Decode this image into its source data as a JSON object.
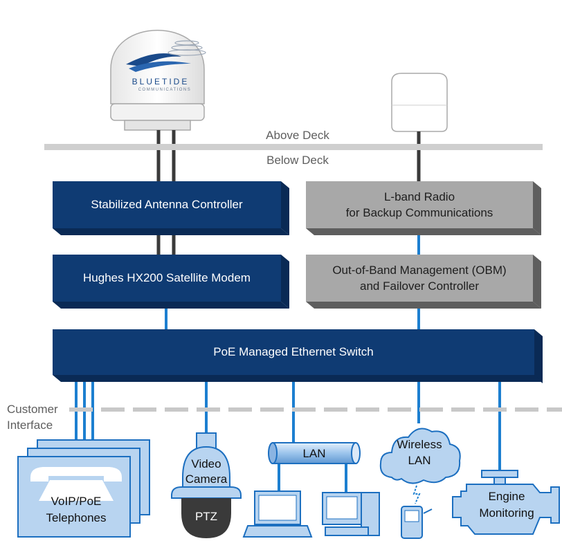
{
  "brand": {
    "name": "BLUETIDE",
    "sub": "COMMUNICATIONS"
  },
  "deck": {
    "above": "Above Deck",
    "below": "Below Deck"
  },
  "customer_interface": {
    "line1": "Customer",
    "line2": "Interface"
  },
  "boxes": {
    "antenna_controller": {
      "line1": "Stabilized Antenna Controller"
    },
    "modem": {
      "line1": "Hughes HX200 Satellite Modem"
    },
    "lband_radio": {
      "line1": "L-band Radio",
      "line2": "for Backup Communications"
    },
    "obm": {
      "line1": "Out-of-Band Management (OBM)",
      "line2": "and Failover Controller"
    },
    "switch": {
      "line1": "PoE Managed Ethernet Switch"
    }
  },
  "devices": {
    "telephones": {
      "line1": "VoIP/PoE",
      "line2": "Telephones"
    },
    "camera": {
      "line1": "Video",
      "line2": "Camera",
      "line3": "PTZ"
    },
    "lan": {
      "line1": "LAN"
    },
    "wireless": {
      "line1": "Wireless",
      "line2": "LAN"
    },
    "engine": {
      "line1": "Engine",
      "line2": "Monitoring"
    }
  },
  "colors": {
    "navy": "#0f3b73",
    "navy_dark": "#0a2a55",
    "gray_box": "#a8a8a8",
    "gray_dark": "#5e5e5e",
    "link_blue": "#1c7fd0",
    "device_blue": "#b8d4f0",
    "device_stroke": "#1c6fc0",
    "cable_dark": "#3a3a3a"
  }
}
